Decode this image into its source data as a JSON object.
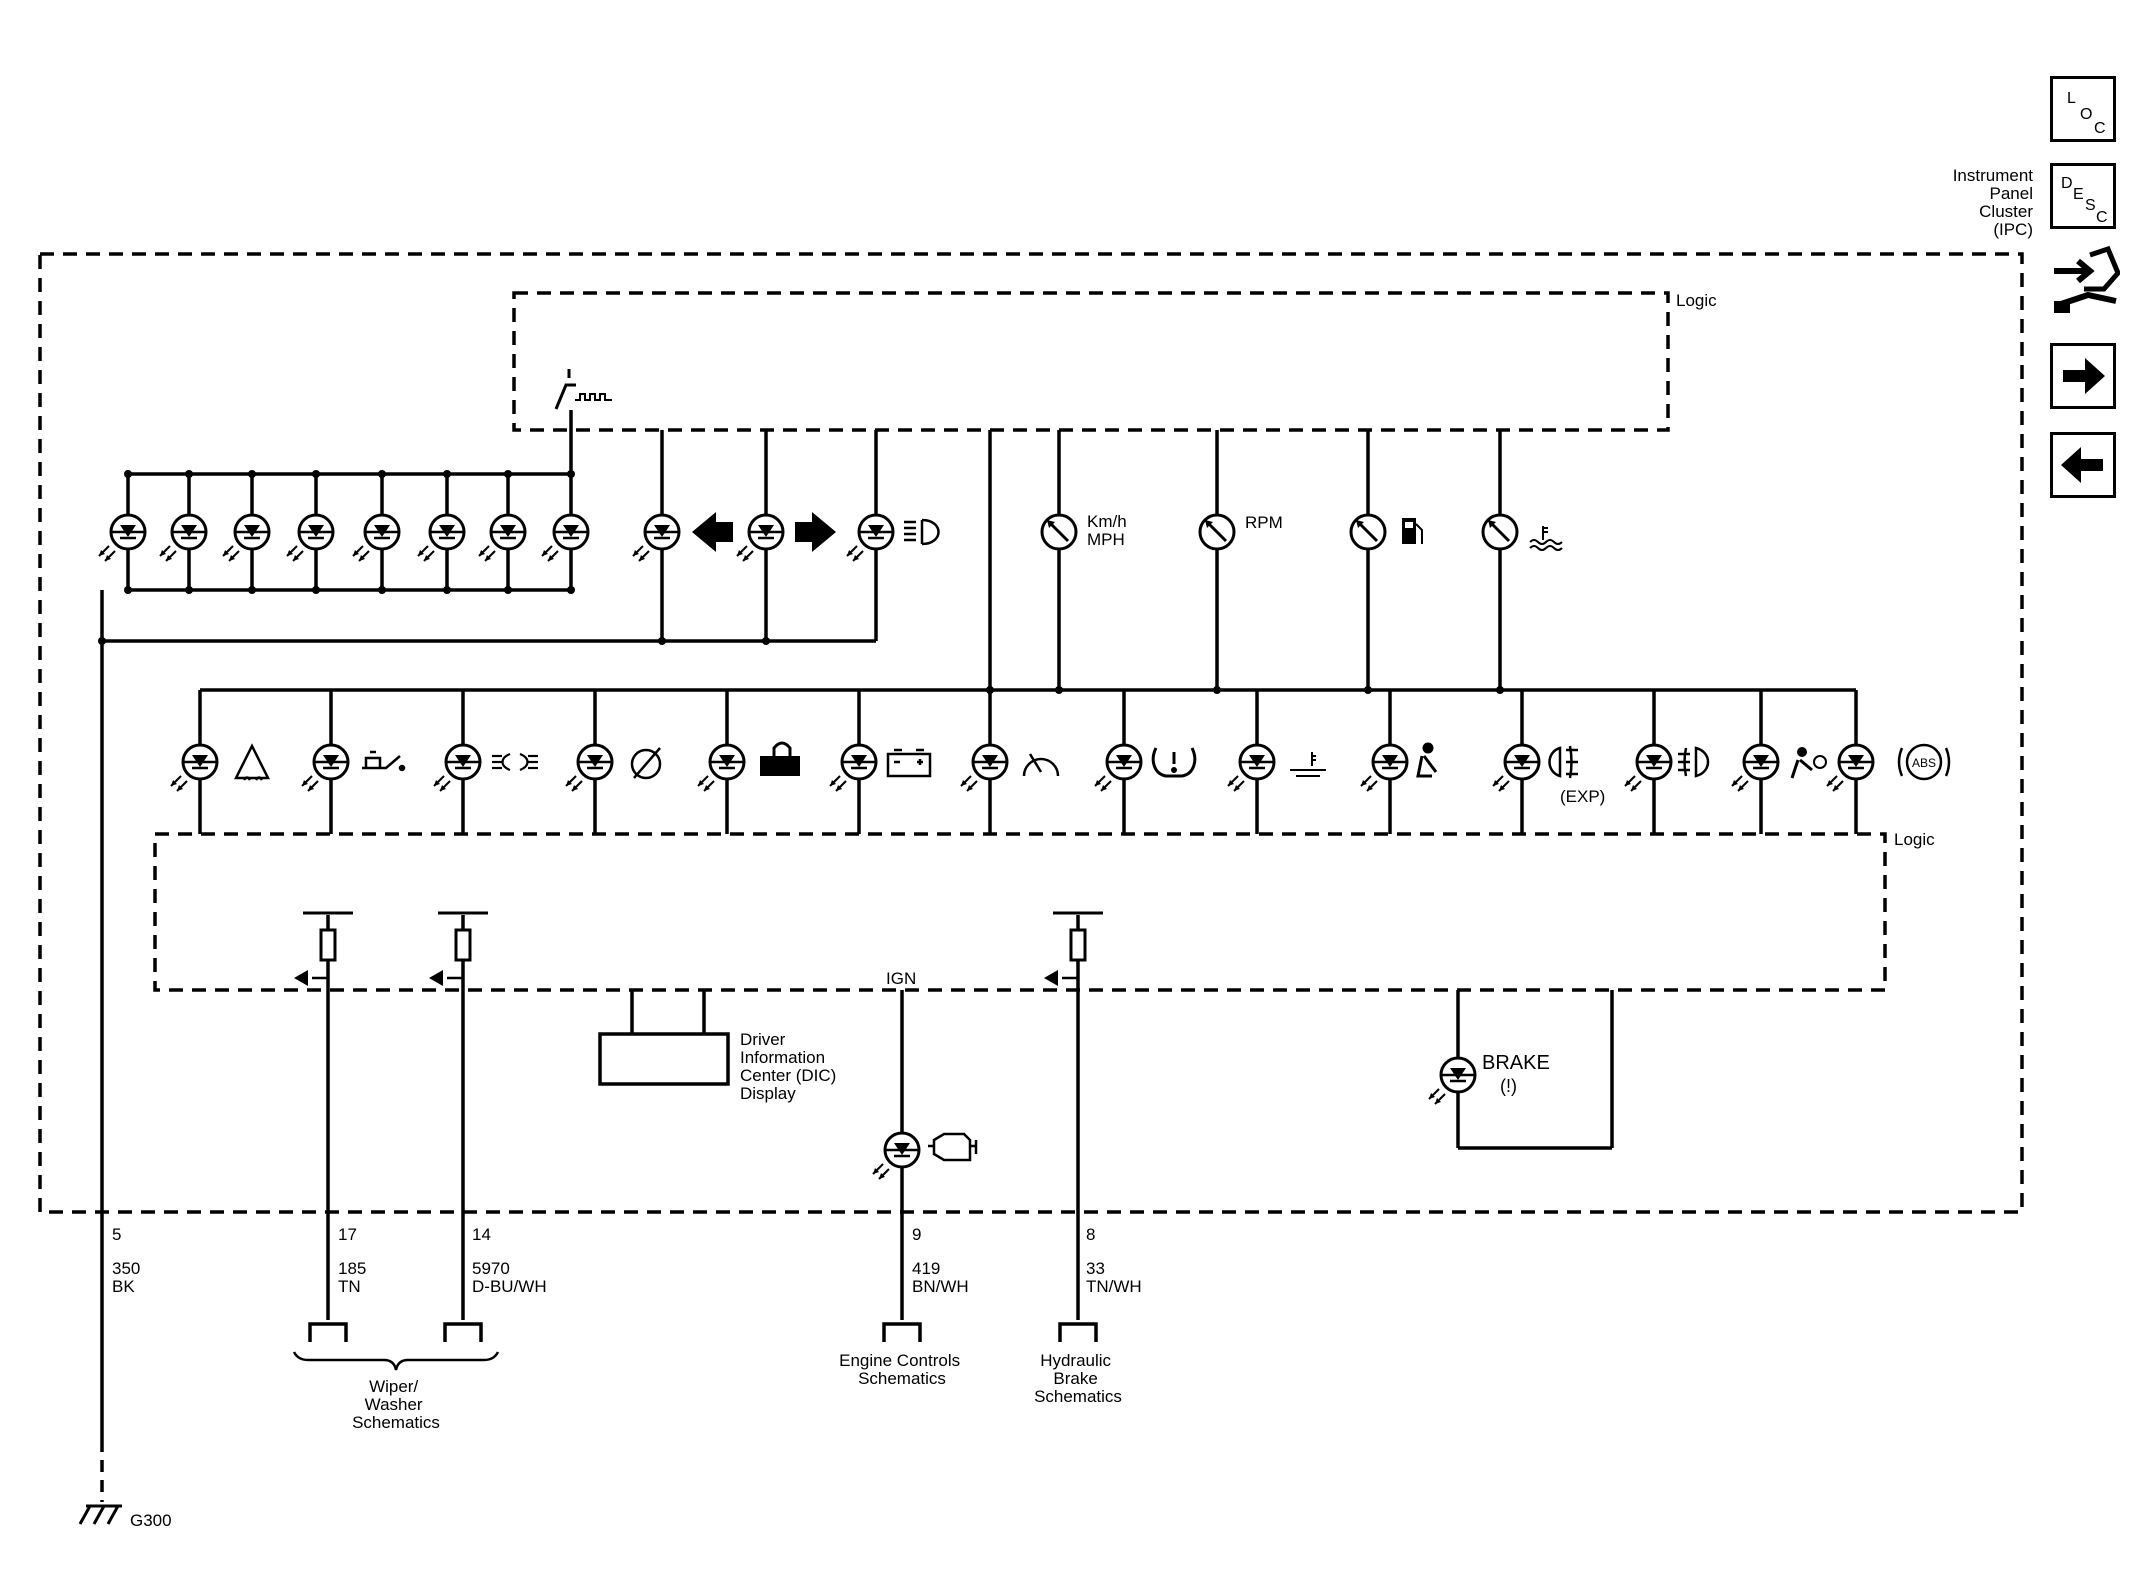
{
  "component": {
    "name_lines": [
      "Instrument",
      "Panel",
      "Cluster",
      "(IPC)"
    ]
  },
  "nav": {
    "loc": [
      "L",
      "O",
      "C"
    ],
    "desc": [
      "D",
      "E",
      "S",
      "C"
    ]
  },
  "logic_labels": {
    "upper": "Logic",
    "lower": "Logic"
  },
  "gauges": {
    "speedometer": [
      "Km/h",
      "MPH"
    ],
    "tachometer": "RPM"
  },
  "indicators": {
    "front_fog_exp": "(EXP)",
    "brake": "BRAKE",
    "brake_symbol": "(!)",
    "abs": "ABS"
  },
  "internal": {
    "ign": "IGN",
    "dic_lines": [
      "Driver",
      "Information",
      "Center (DIC)",
      "Display"
    ]
  },
  "circuits": [
    {
      "pin": "5",
      "circuit": "350",
      "color": "BK"
    },
    {
      "pin": "17",
      "circuit": "185",
      "color": "TN"
    },
    {
      "pin": "14",
      "circuit": "5970",
      "color": "D-BU/WH"
    },
    {
      "pin": "9",
      "circuit": "419",
      "color": "BN/WH"
    },
    {
      "pin": "8",
      "circuit": "33",
      "color": "TN/WH"
    }
  ],
  "references": {
    "wiper": [
      "Wiper/",
      "Washer",
      "Schematics"
    ],
    "engine": [
      "Engine Controls",
      "Schematics"
    ],
    "brake": [
      "Hydraulic",
      "Brake",
      "Schematics"
    ]
  },
  "ground": "G300"
}
